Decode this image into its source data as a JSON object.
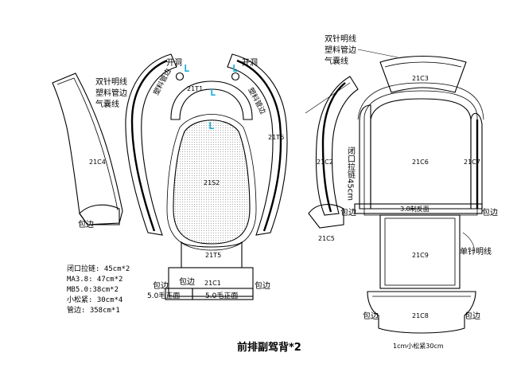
{
  "title": "前排副驾背*2",
  "notes": [
    "闭口拉链: 45cm*2",
    "MA3.8: 47cm*2",
    "MB5.0:38cm*2",
    "小松紧: 30cm*4",
    "管边: 358cm*1"
  ],
  "parts": {
    "c4": "21C4",
    "t6": "21T6",
    "t1": "21T1",
    "s2": "21S2",
    "t5": "21T5",
    "c1": "21C1",
    "c3": "21C3",
    "c2": "21C2",
    "c6": "21C6",
    "c7": "21C7",
    "c5": "21C5",
    "c9": "21C9",
    "c8": "21C8"
  },
  "annotations": {
    "left_seam_lines": [
      "双针明线",
      "塑料管边",
      "气囊线"
    ],
    "top_seam_lines": [
      "双针明线",
      "塑料管边",
      "气囊线"
    ],
    "open_hole": "开洞",
    "piping_vertical": "塑料管边",
    "binding": "包边",
    "zipper_vertical": "闭口拉链45cm",
    "reverse_face": "3.8制反面",
    "single_needle": "单针明线",
    "fur_face": "5.0毛正面",
    "elastic": "1cm小松紧30cm",
    "l_mark": "L"
  }
}
